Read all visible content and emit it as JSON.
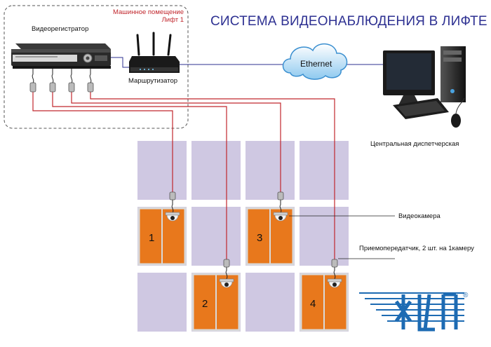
{
  "title": "СИСТЕМА ВИДЕОНАБЛЮДЕНИЯ В ЛИФТЕ",
  "machine_room": {
    "line1": "Машинное помещение",
    "line2": "Лифт 1"
  },
  "dvr_label": "Видеорегистратор",
  "router_label": "Маршрутизатор",
  "cloud_label": "Ethernet",
  "dispatch_label": "Центральная диспетчерская",
  "camera_label": "Видеокамера",
  "transceiver_label": "Приемопередатчик, 2 шт. на 1камеру",
  "cabins": [
    "1",
    "2",
    "3",
    "4"
  ],
  "logo": {
    "registered": "®"
  },
  "colors": {
    "title": "#2e3192",
    "cable": "#c1272d",
    "cabin": "#e8781c",
    "shaft": "#cfc8e2"
  }
}
